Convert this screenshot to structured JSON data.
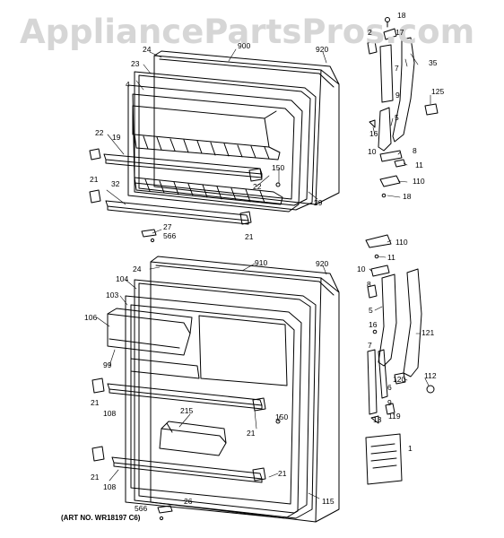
{
  "watermark": "AppliancePartsPros.com",
  "art_number": "(ART NO. WR18197 C6)",
  "callouts": {
    "c18a": "18",
    "c2": "2",
    "c17": "17",
    "c24a": "24",
    "c900": "900",
    "c920a": "920",
    "c35": "35",
    "c23": "23",
    "c7a": "7",
    "c4": "4",
    "c9a": "9",
    "c125": "125",
    "c5a": "5",
    "c16a": "16",
    "c22a": "22",
    "c19": "19",
    "c8a": "8",
    "c10a": "10",
    "c11a": "11",
    "c150a": "150",
    "c110a": "110",
    "c21a": "21",
    "c32": "32",
    "c22b": "22",
    "c29": "29",
    "c18b": "18",
    "c27": "27",
    "c566a": "566",
    "c21b": "21",
    "c110b": "110",
    "c11b": "11",
    "c24b": "24",
    "c910": "910",
    "c920b": "920",
    "c10b": "10",
    "c104": "104",
    "c8b": "8",
    "c103": "103",
    "c5b": "5",
    "c106": "106",
    "c16b": "16",
    "c121": "121",
    "c99": "99",
    "c7b": "7",
    "c112": "112",
    "c120": "120",
    "c6": "6",
    "c21c": "21",
    "c9b": "9",
    "c108a": "108",
    "c215": "215",
    "c150b": "150",
    "c13": "13",
    "c119": "119",
    "c21d": "21",
    "c1": "1",
    "c21e": "21",
    "c21f": "21",
    "c108b": "108",
    "c566b": "566",
    "c26": "26",
    "c115": "115"
  }
}
